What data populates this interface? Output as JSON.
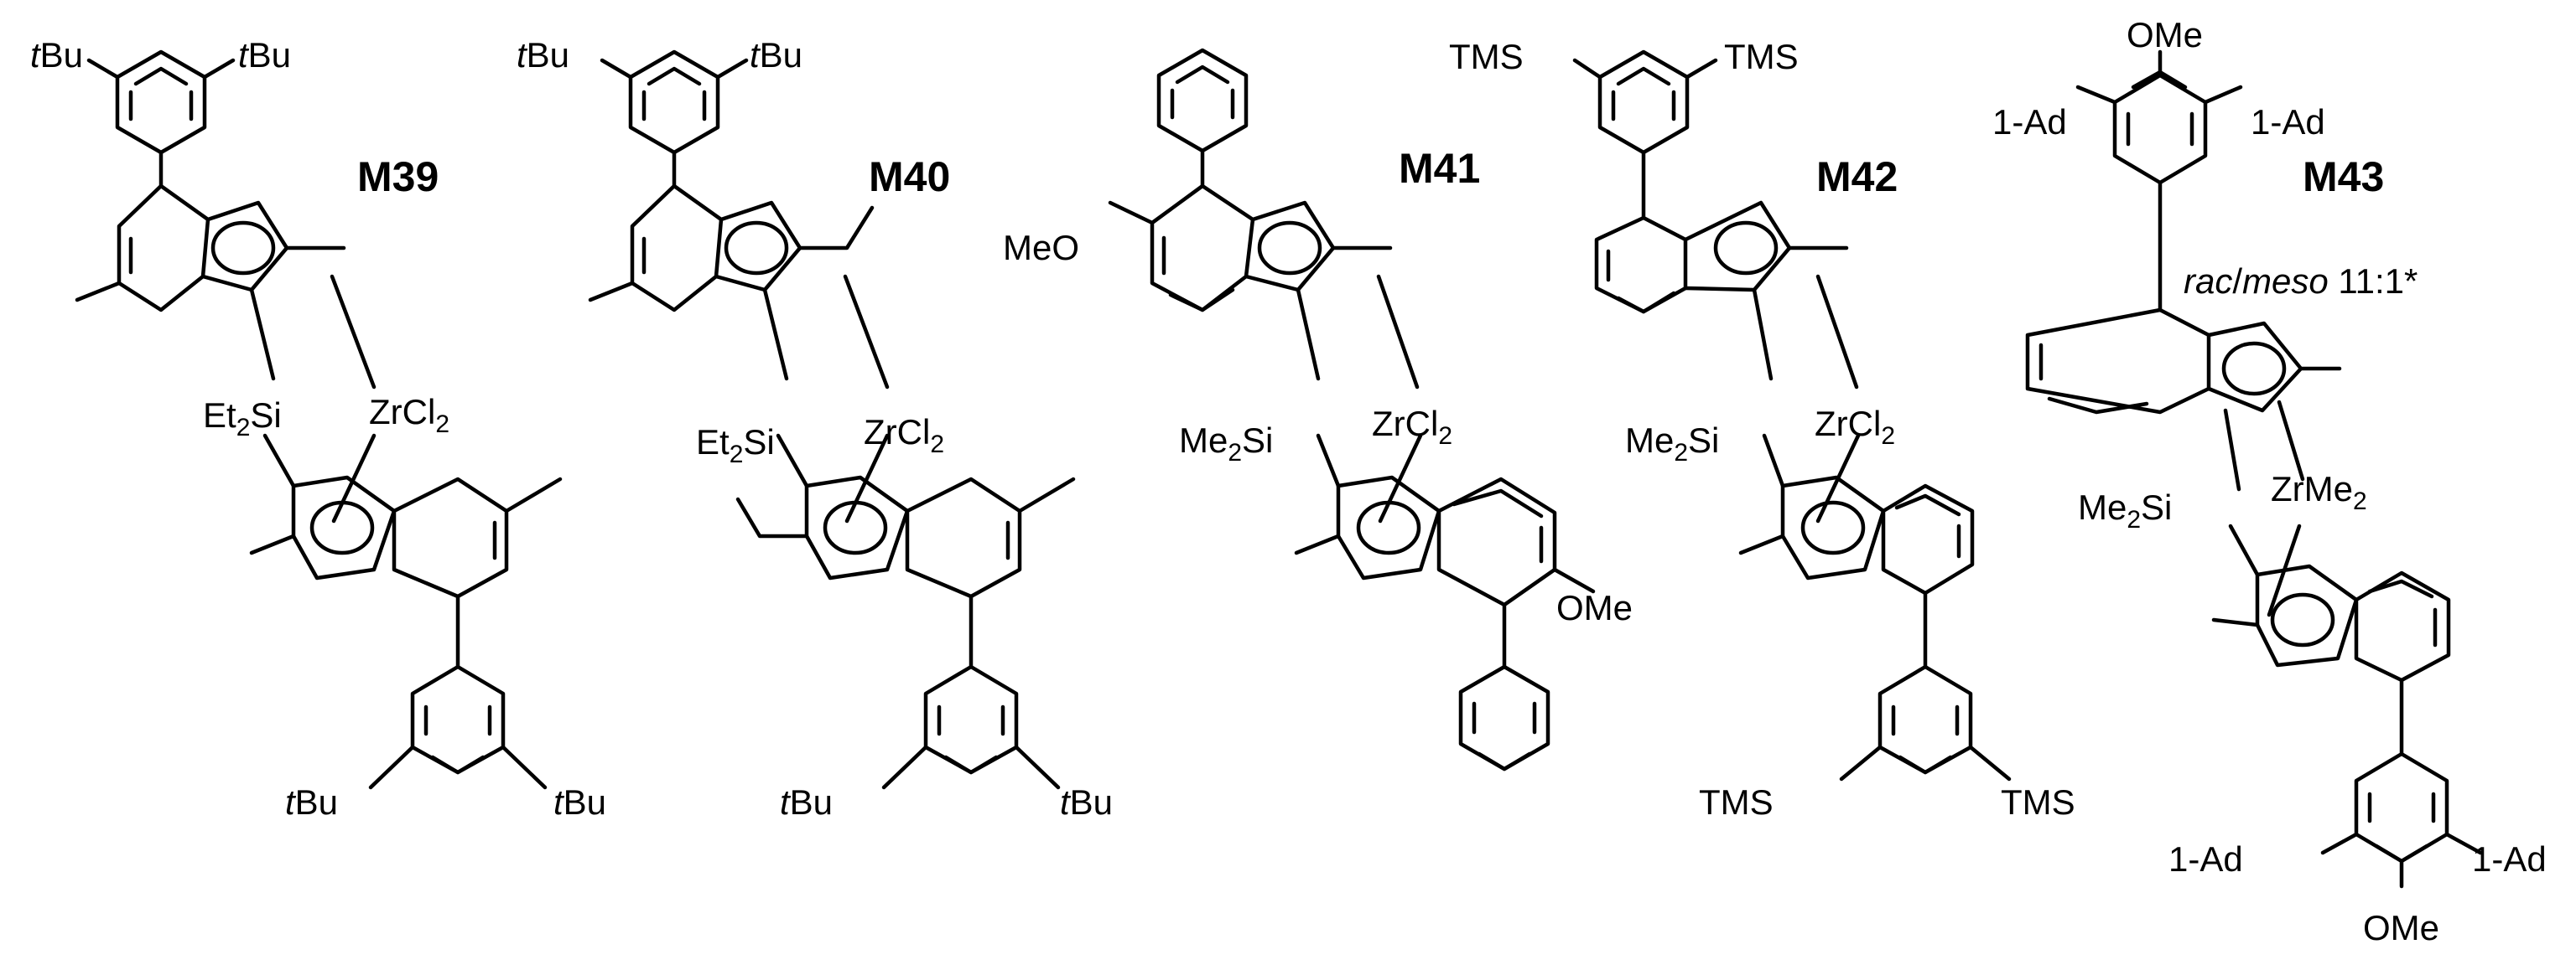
{
  "compounds": [
    {
      "id": "M39",
      "tr_left": "Bu",
      "tr_right": "Bu",
      "tr_left_prefix": "t",
      "tr_right_prefix": "t",
      "br_left": "Bu",
      "br_right": "Bu",
      "br_left_prefix": "t",
      "br_right_prefix": "t",
      "si": "Si",
      "si_sub": "2",
      "si_pre": "Et",
      "zr": "ZrCl",
      "zr_sub": "2"
    },
    {
      "id": "M40",
      "tr_left": "Bu",
      "tr_right": "Bu",
      "tr_left_prefix": "t",
      "tr_right_prefix": "t",
      "br_left": "Bu",
      "br_right": "Bu",
      "br_left_prefix": "t",
      "br_right_prefix": "t",
      "si": "Si",
      "si_sub": "2",
      "si_pre": "Et",
      "zr": "ZrCl",
      "zr_sub": "2"
    },
    {
      "id": "M41",
      "ome_top": "MeO",
      "ome_bottom": "OMe",
      "si": "Si",
      "si_sub": "2",
      "si_pre": "Me",
      "zr": "ZrCl",
      "zr_sub": "2"
    },
    {
      "id": "M42",
      "tr_left": "TMS",
      "tr_right": "TMS",
      "br_left": "TMS",
      "br_right": "TMS",
      "si": "Si",
      "si_sub": "2",
      "si_pre": "Me",
      "zr": "ZrCl",
      "zr_sub": "2"
    },
    {
      "id": "M43",
      "ome_top": "OMe",
      "ome_bottom": "OMe",
      "ad_tl": "1-Ad",
      "ad_tr": "1-Ad",
      "ad_bl": "1-Ad",
      "ad_br": "1-Ad",
      "note_italic_1": "rac",
      "note_slash": "/",
      "note_italic_2": "meso",
      "note_rest": " 11:1*",
      "si": "Si",
      "si_sub": "2",
      "si_pre": "Me",
      "zr": "ZrMe",
      "zr_sub": "2"
    }
  ]
}
